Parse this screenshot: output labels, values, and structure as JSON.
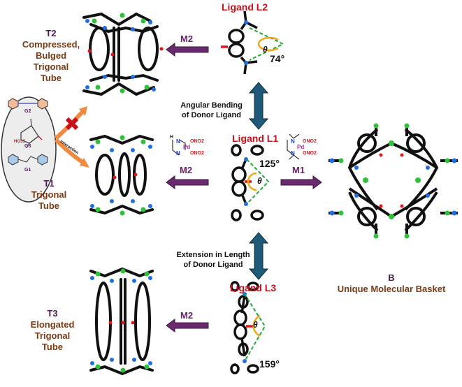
{
  "ligands": {
    "L1": {
      "title": "Ligand L1",
      "angle": "125°",
      "theta": "θ"
    },
    "L2": {
      "title": "Ligand L2",
      "angle": "74°",
      "theta": "θ"
    },
    "L3": {
      "title": "Ligand L3",
      "angle": "159°",
      "theta": "θ"
    }
  },
  "transformations": {
    "bending": [
      "Angular Bending",
      "of Donor Ligand"
    ],
    "extension": [
      "Extension in Length",
      "of Donor Ligand"
    ]
  },
  "metals": {
    "M1": {
      "label": "M1",
      "pd": "Pd",
      "n": "N",
      "ligands": [
        "ONO2",
        "ONO2"
      ]
    },
    "M2": {
      "label": "M2",
      "pd": "Pd",
      "n": "N",
      "h": "H",
      "ligands": [
        "ONO2",
        "ONO2"
      ]
    }
  },
  "products": {
    "T1": {
      "code": "T1",
      "lines": [
        "Trigonal",
        "Tube"
      ]
    },
    "T2": {
      "code": "T2",
      "lines": [
        "Compressed,",
        "Bulged",
        "Trigonal",
        "Tube"
      ]
    },
    "T3": {
      "code": "T3",
      "lines": [
        "Elongated",
        "Trigonal",
        "Tube"
      ]
    },
    "B": {
      "code": "B",
      "lines": [
        "Unique Molecular Basket"
      ]
    }
  },
  "guests": {
    "G1": "G1",
    "G2": "G2",
    "G3": "G3",
    "G3_group": "HO3S",
    "interaction_label": "Interaction",
    "no_interaction_mark": "✖"
  },
  "colors": {
    "arrow_purple": "#6a2a6e",
    "double_arrow_teal": "#1f5a78",
    "ligand_title_red": "#c8101a",
    "product_brown": "#7a3a14",
    "angle_dash_green": "#22aa33",
    "theta_arc_orange": "#f0a818",
    "nitrogen_blue": "#1e6ee8",
    "palladium_green": "#2ec23a",
    "oxygen_red": "#e0161a"
  }
}
